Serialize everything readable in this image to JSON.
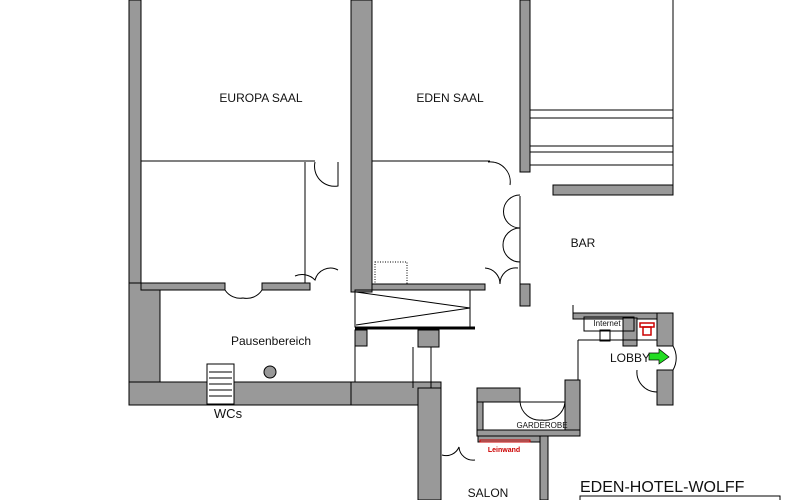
{
  "plan": {
    "title": "EDEN-HOTEL-WOLFF",
    "rooms": {
      "europa_saal": "EUROPA SAAL",
      "eden_saal": "EDEN SAAL",
      "bar": "BAR",
      "pausenbereich": "Pausenbereich",
      "wcs": "WCs",
      "lobby": "LOBBY",
      "internet": "Internet",
      "garderobe": "GARDEROBE",
      "leinwand": "Leinwand",
      "salon": "SALON"
    },
    "colors": {
      "wall": "#999999",
      "exit_arrow": "#22dd22",
      "accent_red": "#cc0000"
    }
  }
}
